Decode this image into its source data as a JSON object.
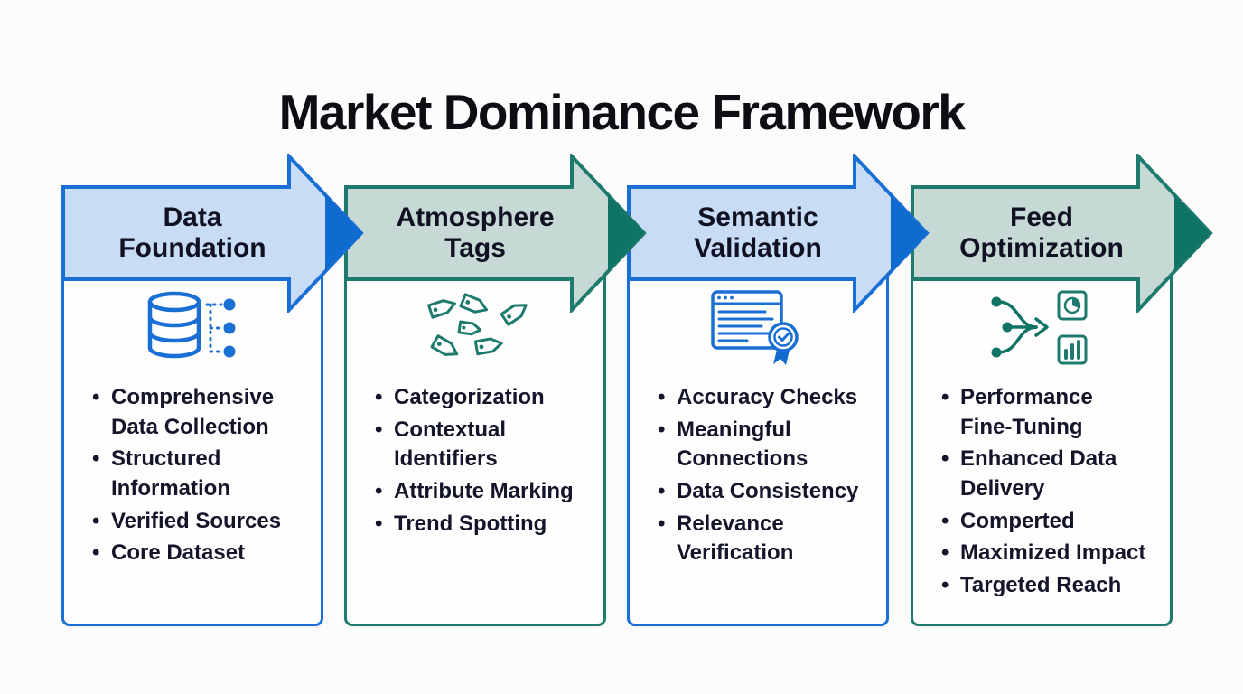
{
  "title": "Market Dominance Framework",
  "columns": [
    {
      "title": "Data Foundation",
      "icon": "database-icon",
      "theme": {
        "border": "#1a6fd4",
        "fill": "#c9dcf6",
        "tip": "#0f6bd0"
      },
      "bullets": [
        "Comprehensive Data Collection",
        "Structured Information",
        "Verified Sources",
        "Core Dataset"
      ]
    },
    {
      "title": "Atmosphere Tags",
      "icon": "tags-icon",
      "theme": {
        "border": "#1e7a6d",
        "fill": "#c7d9d4",
        "tip": "#0f7365"
      },
      "bullets": [
        "Categorization",
        "Contextual Identifiers",
        "Attribute Marking",
        "Trend Spotting"
      ]
    },
    {
      "title": "Semantic Validation",
      "icon": "document-check-icon",
      "theme": {
        "border": "#1a6fd4",
        "fill": "#c9dcf6",
        "tip": "#0f6bd0"
      },
      "bullets": [
        "Accuracy Checks",
        "Meaningful Connections",
        "Data Consistency",
        "Relevance Verification"
      ]
    },
    {
      "title": "Feed Optimization",
      "icon": "split-arrows-charts-icon",
      "theme": {
        "border": "#1e7a6d",
        "fill": "#c7d9d4",
        "tip": "#0f7365"
      },
      "bullets": [
        "Performance Fine-Tuning",
        "Enhanced Data Delivery",
        "Comperted",
        "Maximized Impact",
        "Targeted Reach"
      ]
    }
  ]
}
